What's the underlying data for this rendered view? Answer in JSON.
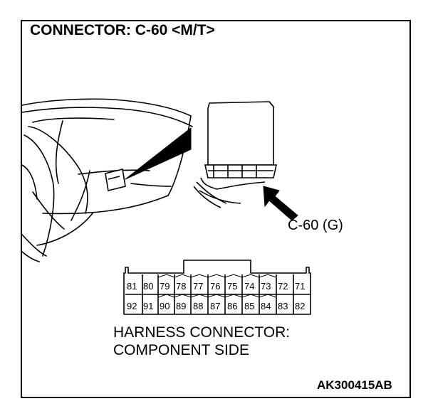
{
  "title": "CONNECTOR: C-60 <M/T>",
  "connector_callout": "C-60 (G)",
  "caption": {
    "line1": "HARNESS CONNECTOR:",
    "line2": "COMPONENT SIDE"
  },
  "figure_code": "AK300415AB",
  "connector_pins": {
    "top_row": [
      "81",
      "80",
      "79",
      "78",
      "77",
      "76",
      "75",
      "74",
      "73",
      "72",
      "71"
    ],
    "bottom_row": [
      "92",
      "91",
      "90",
      "89",
      "88",
      "87",
      "86",
      "85",
      "84",
      "83",
      "82"
    ]
  },
  "icons": [
    "dashboard-illustration",
    "ecu-module-icon",
    "pointer-arrow-icon",
    "connector-face-diagram"
  ]
}
